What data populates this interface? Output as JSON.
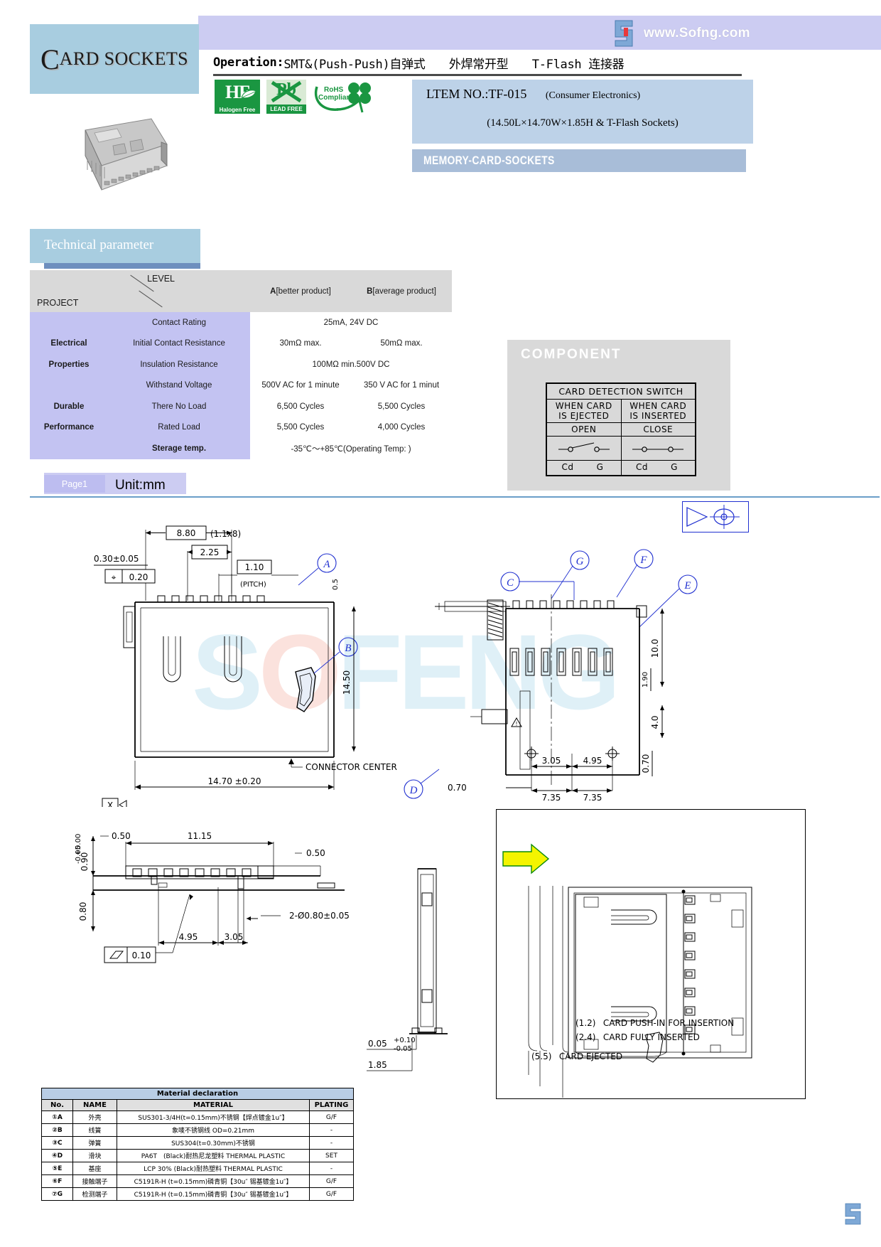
{
  "header": {
    "card_sockets_initial": "C",
    "card_sockets_rest": "ARD SOCKETS",
    "website": "www.Sofng.com",
    "operation_label": "Operation:",
    "operation_value": "SMT&(Push-Push)自弹式　　外焊常开型　　T-Flash 连接器",
    "item_label": "LTEM NO.:TF-015",
    "item_category": "(Consumer Electronics)",
    "item_dimensions": "(14.50L×14.70W×1.85H & T-Flash Sockets)",
    "memory_card_sockets": "MEMORY-CARD-SOCKETS",
    "badges": {
      "halogen_free_mark": "HF",
      "halogen_free_label": "Halogen Free",
      "lead_free_mark": "Pb",
      "lead_free_label": "LEAD FREE",
      "rohs_line1": "RoHS",
      "rohs_line2": "Compliant"
    }
  },
  "technical_parameter": {
    "section_title": "Technical parameter",
    "header": {
      "level": "LEVEL",
      "project": "PROJECT",
      "col_a": "A[better product]",
      "col_b": "B[average product]"
    },
    "groups": [
      {
        "group": "Electrical",
        "group2": "Properties"
      },
      {
        "group": "Durable",
        "group2": "Performance"
      }
    ],
    "rows": [
      {
        "group": "",
        "item": "Contact Rating",
        "a": "25mA, 24V DC",
        "b": "",
        "span": true
      },
      {
        "group": "Electrical",
        "item": "Initial Contact Resistance",
        "a": "30mΩ max.",
        "b": "50mΩ max.",
        "span": false
      },
      {
        "group": "Properties",
        "item": "Insulation Resistance",
        "a": "100MΩ min.500V DC",
        "b": "",
        "span": true
      },
      {
        "group": "",
        "item": "Withstand Voltage",
        "a": "500V AC for 1 minute",
        "b": "350 V AC for 1 minut",
        "span": false
      },
      {
        "group": "Durable",
        "item": "There No Load",
        "a": "6,500 Cycles",
        "b": "5,500 Cycles",
        "span": false
      },
      {
        "group": "Performance",
        "item": "Rated Load",
        "a": "5,500 Cycles",
        "b": "4,000 Cycles",
        "span": false
      },
      {
        "group": "",
        "item": "Sterage temp.",
        "a": "-35℃～+85℃(Operating Temp:            )",
        "b": "",
        "span": true,
        "bold_item": true
      }
    ]
  },
  "component": {
    "title": "COMPONENT",
    "switch_table": {
      "title": "CARD DETECTION SWITCH",
      "col1_line1": "WHEN CARD",
      "col1_line2": "IS EJECTED",
      "col2_line1": "WHEN CARD",
      "col2_line2": "IS INSERTED",
      "state1": "OPEN",
      "state2": "CLOSE",
      "terminal_cd": "Cd",
      "terminal_g": "G"
    }
  },
  "page_bar": {
    "page_tag": "Page1",
    "unit": "Unit:mm"
  },
  "drawing": {
    "watermark": "SOFENG",
    "top_view": {
      "dim_pitch_total": "8.80",
      "dim_pitch_note": "(1.1x8)",
      "dim_2_25": "2.25",
      "dim_1_10": "1.10",
      "pitch_label": "(PITCH)",
      "dim_0_30": "0.30±0.05",
      "tol_0_20": "0.20",
      "dim_0_5": "0.5",
      "dim_14_50": "14.50",
      "dim_14_70": "14.70 ±0.20",
      "connector_center": "CONNECTOR CENTER",
      "datum_x": "X",
      "ref_a": "A",
      "ref_b": "B"
    },
    "bottom_view": {
      "ref_c": "C",
      "ref_d": "D",
      "ref_e": "E",
      "ref_f": "F",
      "ref_g": "G",
      "dim_10_0": "10.0",
      "dim_1_90": "1.90",
      "dim_4_0": "4.0",
      "dim_0_70_r": "0.70",
      "dim_3_05": "3.05",
      "dim_4_95": "4.95",
      "dim_0_70_l": "0.70",
      "dim_7_35_a": "7.35",
      "dim_7_35_b": "7.35"
    },
    "side_view": {
      "dim_11_15": "11.15",
      "dim_0_90": "0.90",
      "tol_0_90_up": "+0.00",
      "tol_0_90_dn": "-0.05",
      "dim_0_50_l": "0.50",
      "dim_0_50_r": "0.50",
      "dim_0_80": "0.80",
      "dim_4_95": "4.95",
      "dim_3_05": "3.05",
      "hole_spec": "2-Ø0.80±0.05",
      "flat_tol": "0.10"
    },
    "front_view": {
      "dim_0_05": "0.05",
      "tol_up": "+0.10",
      "tol_dn": "-0.05",
      "dim_1_85": "1.85"
    },
    "assembly": {
      "note1_value": "(1.2)",
      "note1_text": "CARD PUSH-IN FOR INSERTION",
      "note2_value": "(2.4)",
      "note2_text": "CARD FULLY INSERTED",
      "note3_value": "(5.5)",
      "note3_text": "CARD EJECTED"
    }
  },
  "material_declaration": {
    "title": "Material declaration",
    "columns": [
      "No.",
      "NAME",
      "MATERIAL",
      "PLATING"
    ],
    "rows": [
      {
        "no": "①A",
        "name": "外壳",
        "material": "SUS301-3/4H(t=0.15mm)不锈钢【焊点镀金1u″】",
        "plating": "G/F"
      },
      {
        "no": "②B",
        "name": "线簧",
        "material": "象唛不锈钢线 OD=0.21mm",
        "plating": "-"
      },
      {
        "no": "③C",
        "name": "弹簧",
        "material": "SUS304(t=0.30mm)不锈钢",
        "plating": "-"
      },
      {
        "no": "④D",
        "name": "滑块",
        "material": "PA6T　(Black)耐热尼龙塑料 THERMAL PLASTIC",
        "plating": "SET"
      },
      {
        "no": "⑤E",
        "name": "基座",
        "material": "LCP 30% (Black)耐热塑料 THERMAL PLASTIC",
        "plating": "-"
      },
      {
        "no": "⑥F",
        "name": "接触端子",
        "material": "C5191R-H (t=0.15mm)磷青铜【30u″ 锡基镀金1u″】",
        "plating": "G/F"
      },
      {
        "no": "⑦G",
        "name": "检测端子",
        "material": "C5191R-H (t=0.15mm)磷青铜【30u″ 锡基镀金1u″】",
        "plating": "G/F"
      }
    ]
  },
  "colors": {
    "header_blue": "#a8cde0",
    "lavender": "#ccccf2",
    "table_lavender": "#c3c3f2",
    "item_box": "#bdd2e8",
    "mcs_bar": "#a8bdd8",
    "component_gray": "#d9d9d9",
    "mat_title": "#b9cde5",
    "blue_rule": "#6a9ec9"
  }
}
